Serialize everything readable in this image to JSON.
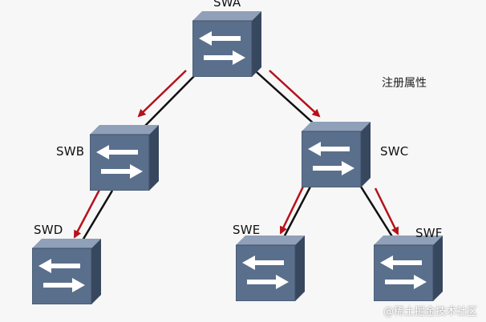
{
  "diagram": {
    "nodes": [
      {
        "id": "swa",
        "label": "SWA"
      },
      {
        "id": "swb",
        "label": "SWB"
      },
      {
        "id": "swc",
        "label": "SWC"
      },
      {
        "id": "swd",
        "label": "SWD"
      },
      {
        "id": "swe",
        "label": "SWE"
      },
      {
        "id": "swf",
        "label": "SWF"
      }
    ],
    "edges": [
      {
        "from": "swa",
        "to": "swb"
      },
      {
        "from": "swa",
        "to": "swc"
      },
      {
        "from": "swb",
        "to": "swd"
      },
      {
        "from": "swc",
        "to": "swe"
      },
      {
        "from": "swc",
        "to": "swf"
      }
    ],
    "side_label": "注册属性",
    "watermark": "@稀土掘金技术社区"
  },
  "colors": {
    "background": "#f7f7f7",
    "link": "#111111",
    "arrow": "#b5121b",
    "switch_front": "#5a6f8c",
    "switch_top": "#8fa0b8",
    "switch_side": "#37475e"
  },
  "icons": {
    "switch": "network-switch-icon"
  }
}
